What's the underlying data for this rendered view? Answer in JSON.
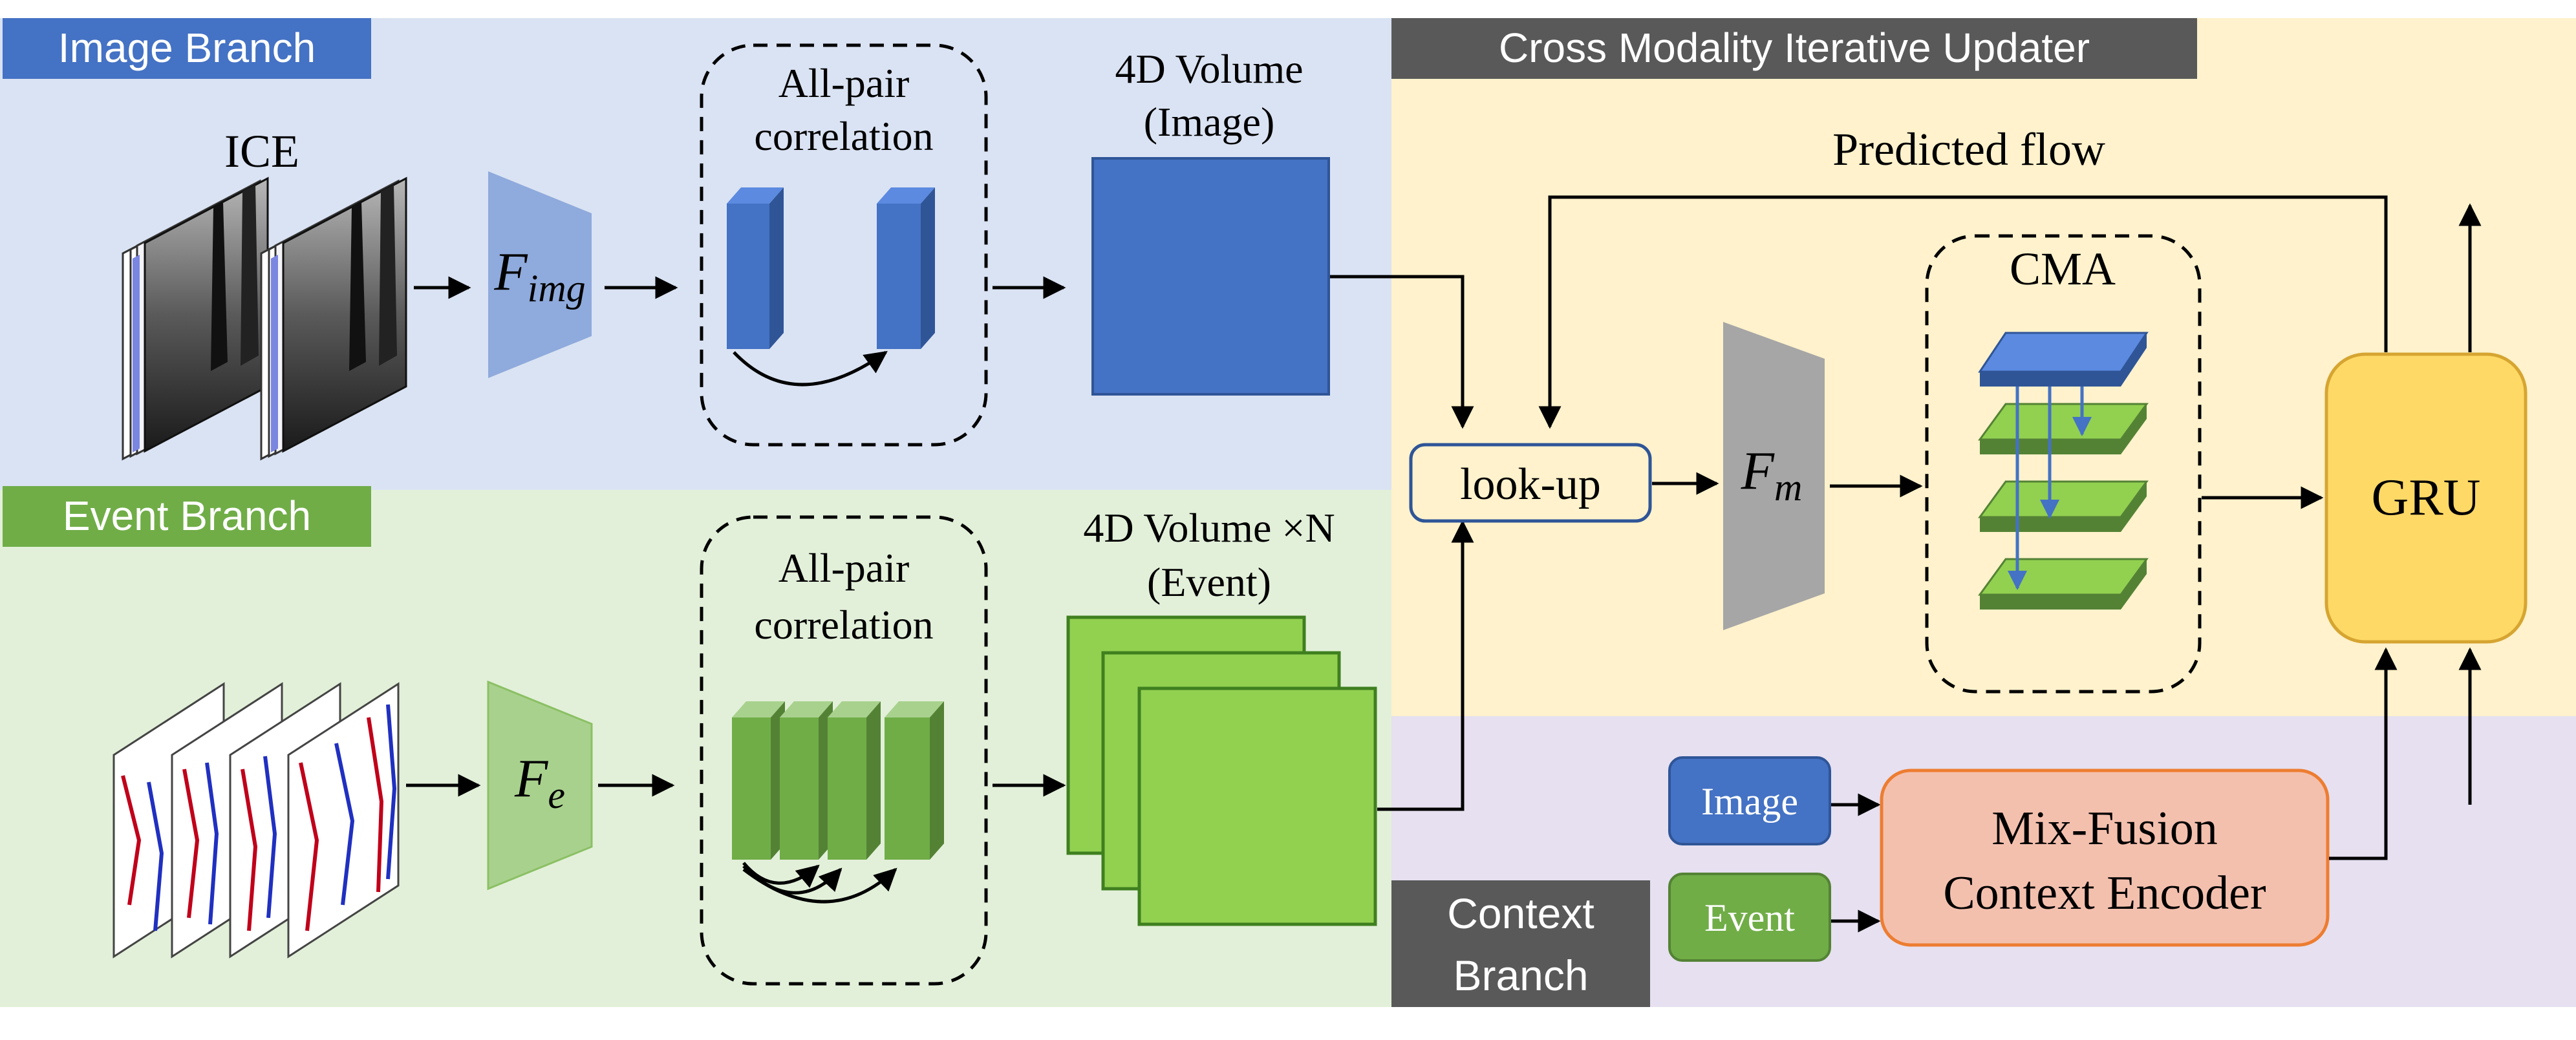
{
  "colors": {
    "image_panel": "#dae3f3",
    "event_panel": "#e2f0d9",
    "updater_panel": "#fff2cc",
    "context_panel": "#e6e0f0",
    "image_accent": "#4472c4",
    "event_accent": "#70ad47",
    "event_volume": "#92d050",
    "dark_header": "#595959",
    "gru_fill": "#ffd966",
    "lookup_fill": "#fff2cc",
    "encoder_fill": "#f4c0ae",
    "fm_fill": "#a6a6a6"
  },
  "image_branch": {
    "header": "Image Branch",
    "input_label": "ICE",
    "encoder_main": "F",
    "encoder_sub": "img",
    "correlation_line1": "All-pair",
    "correlation_line2": "correlation",
    "volume_line1": "4D Volume",
    "volume_line2": "(Image)"
  },
  "event_branch": {
    "header": "Event Branch",
    "encoder_main": "F",
    "encoder_sub": "e",
    "correlation_line1": "All-pair",
    "correlation_line2": "correlation",
    "volume_line1": "4D Volume ×N",
    "volume_line2": "(Event)"
  },
  "updater": {
    "header": "Cross Modality Iterative Updater",
    "predicted_flow": "Predicted flow",
    "lookup": "look-up",
    "motion_main": "F",
    "motion_sub": "m",
    "cma": "CMA",
    "gru": "GRU"
  },
  "context": {
    "header_line1": "Context",
    "header_line2": "Branch",
    "image_input": "Image",
    "event_input": "Event",
    "encoder_line1": "Mix-Fusion",
    "encoder_line2": "Context Encoder"
  }
}
